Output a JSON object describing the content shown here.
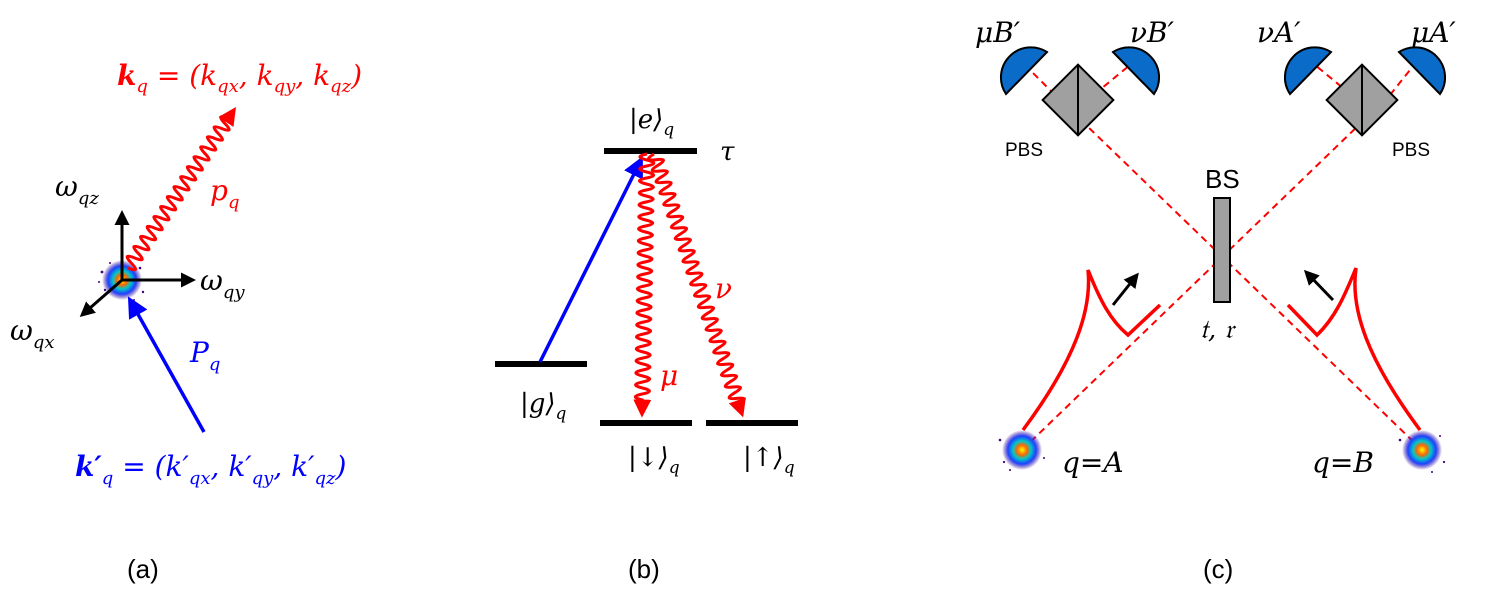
{
  "colors": {
    "red": "#ff0000",
    "blue": "#0000ff",
    "black": "#000000",
    "detector_blue": "#0a6cc8",
    "pbs_gray": "#a0a0a0",
    "bs_gray": "#a0a0a0"
  },
  "panel_a": {
    "caption": "(a)",
    "k_out": "𝒌",
    "k_out_sub": "q",
    "k_out_rest": " = (k",
    "k_out_components": [
      "qx",
      "qy",
      "qz"
    ],
    "k_in": "𝒌′",
    "k_in_sub": "q",
    "k_in_rest": " = (k′",
    "photon_out_label": "p",
    "photon_out_sub": "q",
    "pump_label": "P",
    "pump_sub": "q",
    "axis_z": "ω",
    "axis_z_sub": "qz",
    "axis_y": "ω",
    "axis_y_sub": "qy",
    "axis_x": "ω",
    "axis_x_sub": "qx"
  },
  "panel_b": {
    "caption": "(b)",
    "excited_state": "|e⟩",
    "excited_sub": "q",
    "lifetime": "τ",
    "ground_state": "|g⟩",
    "ground_sub": "q",
    "down_state": "|↓⟩",
    "down_sub": "q",
    "up_state": "|↑⟩",
    "up_sub": "q",
    "mu": "μ",
    "nu": "ν"
  },
  "panel_c": {
    "caption": "(c)",
    "det_1": "μB′",
    "det_2": "νB′",
    "det_3": "νA′",
    "det_4": "μA′",
    "pbs_left": "PBS",
    "pbs_right": "PBS",
    "bs_label": "BS",
    "bs_coeffs": "𝔱, 𝔯",
    "atom_a": "q=A",
    "atom_b": "q=B"
  }
}
